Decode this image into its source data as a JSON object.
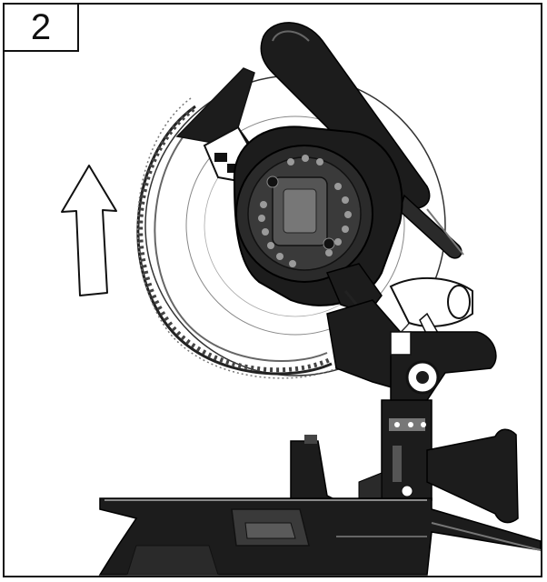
{
  "step": {
    "number": "2"
  },
  "arrow": {
    "direction": "up",
    "meaning": "raise saw head"
  },
  "colors": {
    "ink": "#111111",
    "body": "#1c1c1c",
    "mid": "#444444",
    "light": "#8a8a8a",
    "paper": "#ffffff"
  },
  "icons": [
    "up-arrow-icon",
    "miter-saw-illustration"
  ]
}
